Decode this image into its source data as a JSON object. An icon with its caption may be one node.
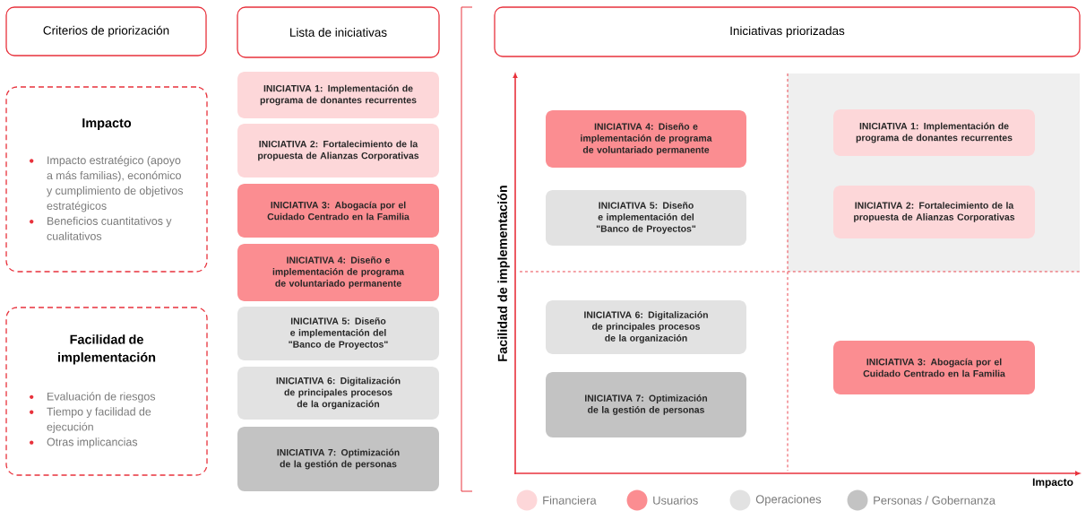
{
  "diagram": {
    "nodes": [
      {
        "text": [
          "Criterios de priorización"
        ]
      },
      {
        "text": [
          "Lista de iniciativas"
        ]
      },
      {
        "text": [
          "Iniciativas priorizadas"
        ]
      },
      {
        "text": [
          "Impacto",
          "Impacto estratégico (apoyo a más familias), económico y cumplimiento de objetivos estratégicos",
          "Beneficios cuantitativos y cualitativos"
        ]
      },
      {
        "text": [
          "Facilidad de implementación",
          "Evaluación de riesgos",
          "Tiempo y facilidad de ejecución",
          "Otras implicancias"
        ]
      },
      {
        "text": [
          "INICIATIVA 1: Implementación de programa de donantes recurrentes"
        ]
      },
      {
        "text": [
          "INICIATIVA 2: Fortalecimiento de la propuesta de Alianzas Corporativas"
        ]
      },
      {
        "text": [
          "INICIATIVA 3: Abogacía por el Cuidado Centrado en la Familia"
        ]
      },
      {
        "text": [
          "INICIATIVA 4: Diseño e implementación de programa de voluntariado permanente"
        ]
      },
      {
        "text": [
          "INICIATIVA 5: Diseño e implementación del \"Banco de Proyectos\""
        ]
      },
      {
        "text": [
          "INICIATIVA 6: Digitalización de principales procesos de la organización"
        ]
      },
      {
        "text": [
          "INICIATIVA 7: Optimización de la gestión de personas"
        ]
      },
      {
        "text": [
          "INICIATIVA 4: Diseño e implementación de programa de voluntariado permanente"
        ]
      },
      {
        "text": [
          "INICIATIVA 1: Implementación de programa de donantes recurrentes"
        ]
      },
      {
        "text": [
          "INICIATIVA 5: Diseño e implementación del \"Banco de Proyectos\""
        ]
      },
      {
        "text": [
          "INICIATIVA 2: Fortalecimiento de la propuesta de Alianzas Corporativas"
        ]
      },
      {
        "text": [
          "INICIATIVA 6: Digitalización de principales procesos de la organización"
        ]
      },
      {
        "text": [
          "INICIATIVA 3: Abogacía por el Cuidado Centrado en la Familia"
        ]
      },
      {
        "text": [
          "INICIATIVA 7: Optimización de la gestión de personas"
        ]
      }
    ],
    "labels": [
      "Facilidad de implementación",
      "Impacto"
    ],
    "legend": [
      {
        "text": "Financiera",
        "color": "#fdd7d9"
      },
      {
        "text": "Usuarios",
        "color": "#fb8d91"
      },
      {
        "text": "Operaciones",
        "color": "#e2e2e2"
      },
      {
        "text": "Personas / Gobernanza",
        "color": "#c3c3c3"
      }
    ]
  }
}
